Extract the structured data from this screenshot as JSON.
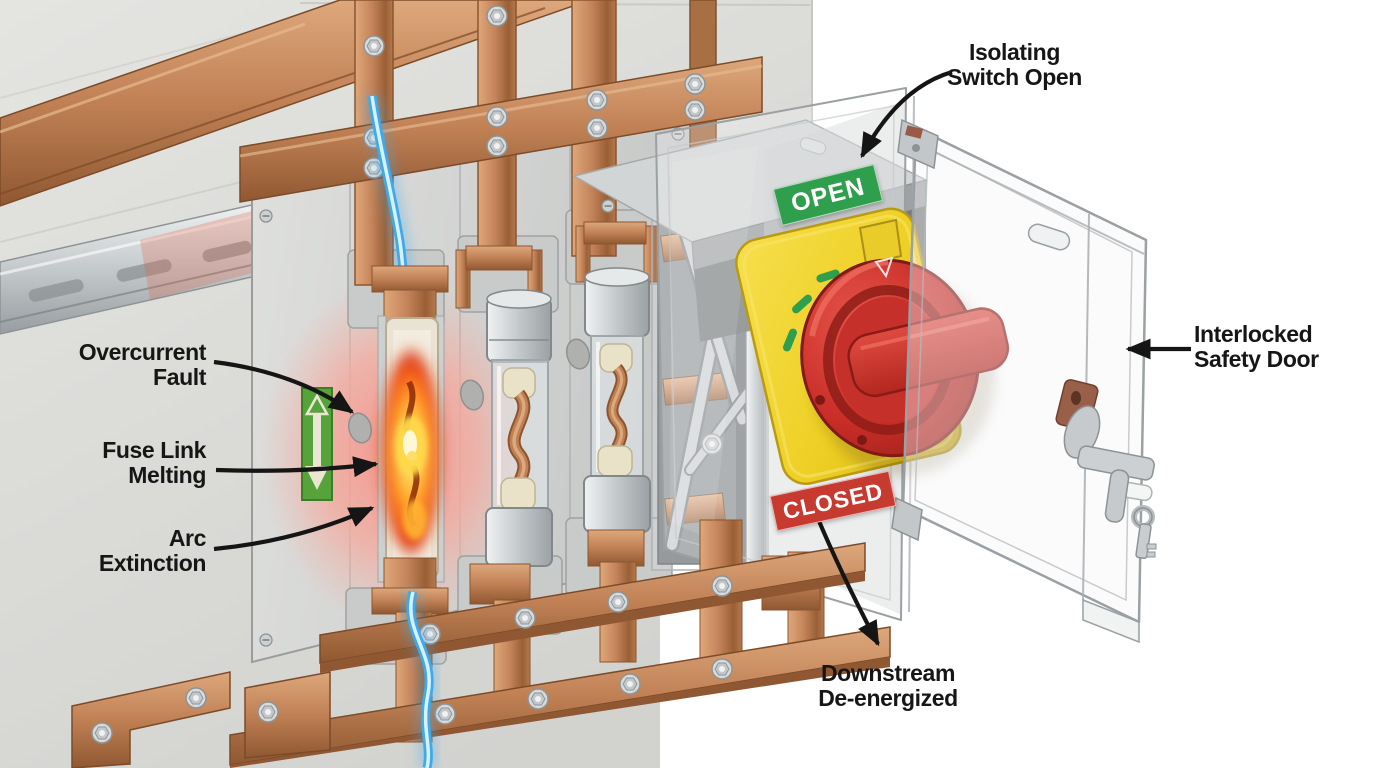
{
  "callouts": {
    "overcurrent_fault": "Overcurrent\nFault",
    "fuse_link_melting": "Fuse Link\nMelting",
    "arc_extinction": "Arc\nExtinction",
    "isolating_switch_open": "Isolating\nSwitch Open",
    "interlocked_safety_door": "Interlocked\nSafety Door",
    "downstream_deenergized": "Downstream\nDe-energized"
  },
  "switch": {
    "open_label": "OPEN",
    "closed_label": "CLOSED"
  },
  "colors": {
    "open_green": "#2f9e4d",
    "closed_red": "#c63a2f",
    "knob_red": "#c92d27",
    "plate_yellow": "#f0d12c",
    "copper": "#c4835a",
    "arc_blue": "#41acec",
    "fault_glow": "#ff6a1c",
    "wall_gray": "#dbdbd8",
    "callout_text": "#161616"
  }
}
